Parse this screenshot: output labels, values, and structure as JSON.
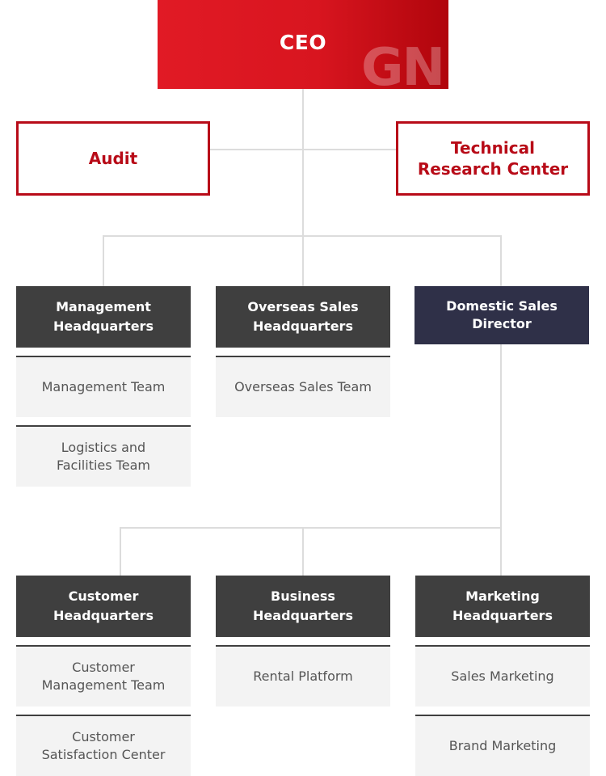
{
  "ceo": {
    "label": "CEO",
    "watermark": "GN"
  },
  "audit": {
    "label": "Audit"
  },
  "technical": {
    "label": "Technical\nResearch Center"
  },
  "level1": [
    {
      "title": "Management\nHeadquarters",
      "teams": [
        "Management Team",
        "Logistics and\nFacilities Team"
      ]
    },
    {
      "title": "Overseas Sales\nHeadquarters",
      "teams": [
        "Overseas Sales Team"
      ]
    },
    {
      "title": "Domestic Sales\nDirector",
      "teams": []
    }
  ],
  "level2": [
    {
      "title": "Customer\nHeadquarters",
      "teams": [
        "Customer\nManagement Team",
        "Customer\nSatisfaction Center"
      ]
    },
    {
      "title": "Business\nHeadquarters",
      "teams": [
        "Rental Platform"
      ]
    },
    {
      "title": "Marketing\nHeadquarters",
      "teams": [
        "Sales Marketing",
        "Brand Marketing"
      ]
    }
  ],
  "colors": {
    "brand_red": "#d8151f",
    "dark_box": "#3f3f3f",
    "navy_box": "#2f3048",
    "team_bg": "#f3f3f3"
  }
}
